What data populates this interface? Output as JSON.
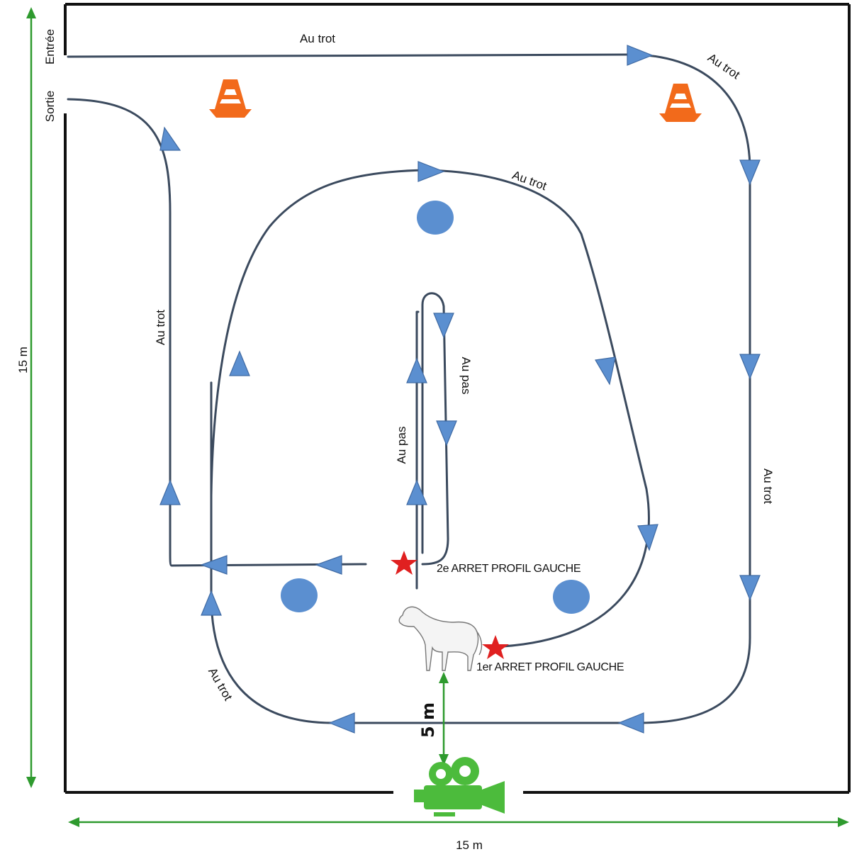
{
  "arena": {
    "width_label": "15 m",
    "height_label": "15 m",
    "camera_distance_label": "5 m"
  },
  "gates": {
    "entry_label": "Entrée",
    "exit_label": "Sortie"
  },
  "gait_labels": {
    "top_entry": "Au trot",
    "top_right_corner": "Au trot",
    "inner_loop_top": "Au trot",
    "right_side": "Au trot",
    "left_exit": "Au trot",
    "bottom_left_corner": "Au trot",
    "center_up": "Au pas",
    "center_down": "Au pas"
  },
  "stops": {
    "first": "1er ARRET PROFIL GAUCHE",
    "second": "2e ARRET PROFIL GAUCHE"
  },
  "colors": {
    "path": "#3b4a5e",
    "arrow": "#5b8fd0",
    "markers": "#5b8fd0",
    "cone": "#f26a1b",
    "star": "#e02020",
    "dimension": "#2e9a2e",
    "camera": "#4cbb3c",
    "border": "#111111"
  },
  "icons": {
    "cone": "traffic-cone-icon",
    "horse": "horse-icon",
    "camera": "video-camera-icon",
    "star": "star-icon"
  }
}
